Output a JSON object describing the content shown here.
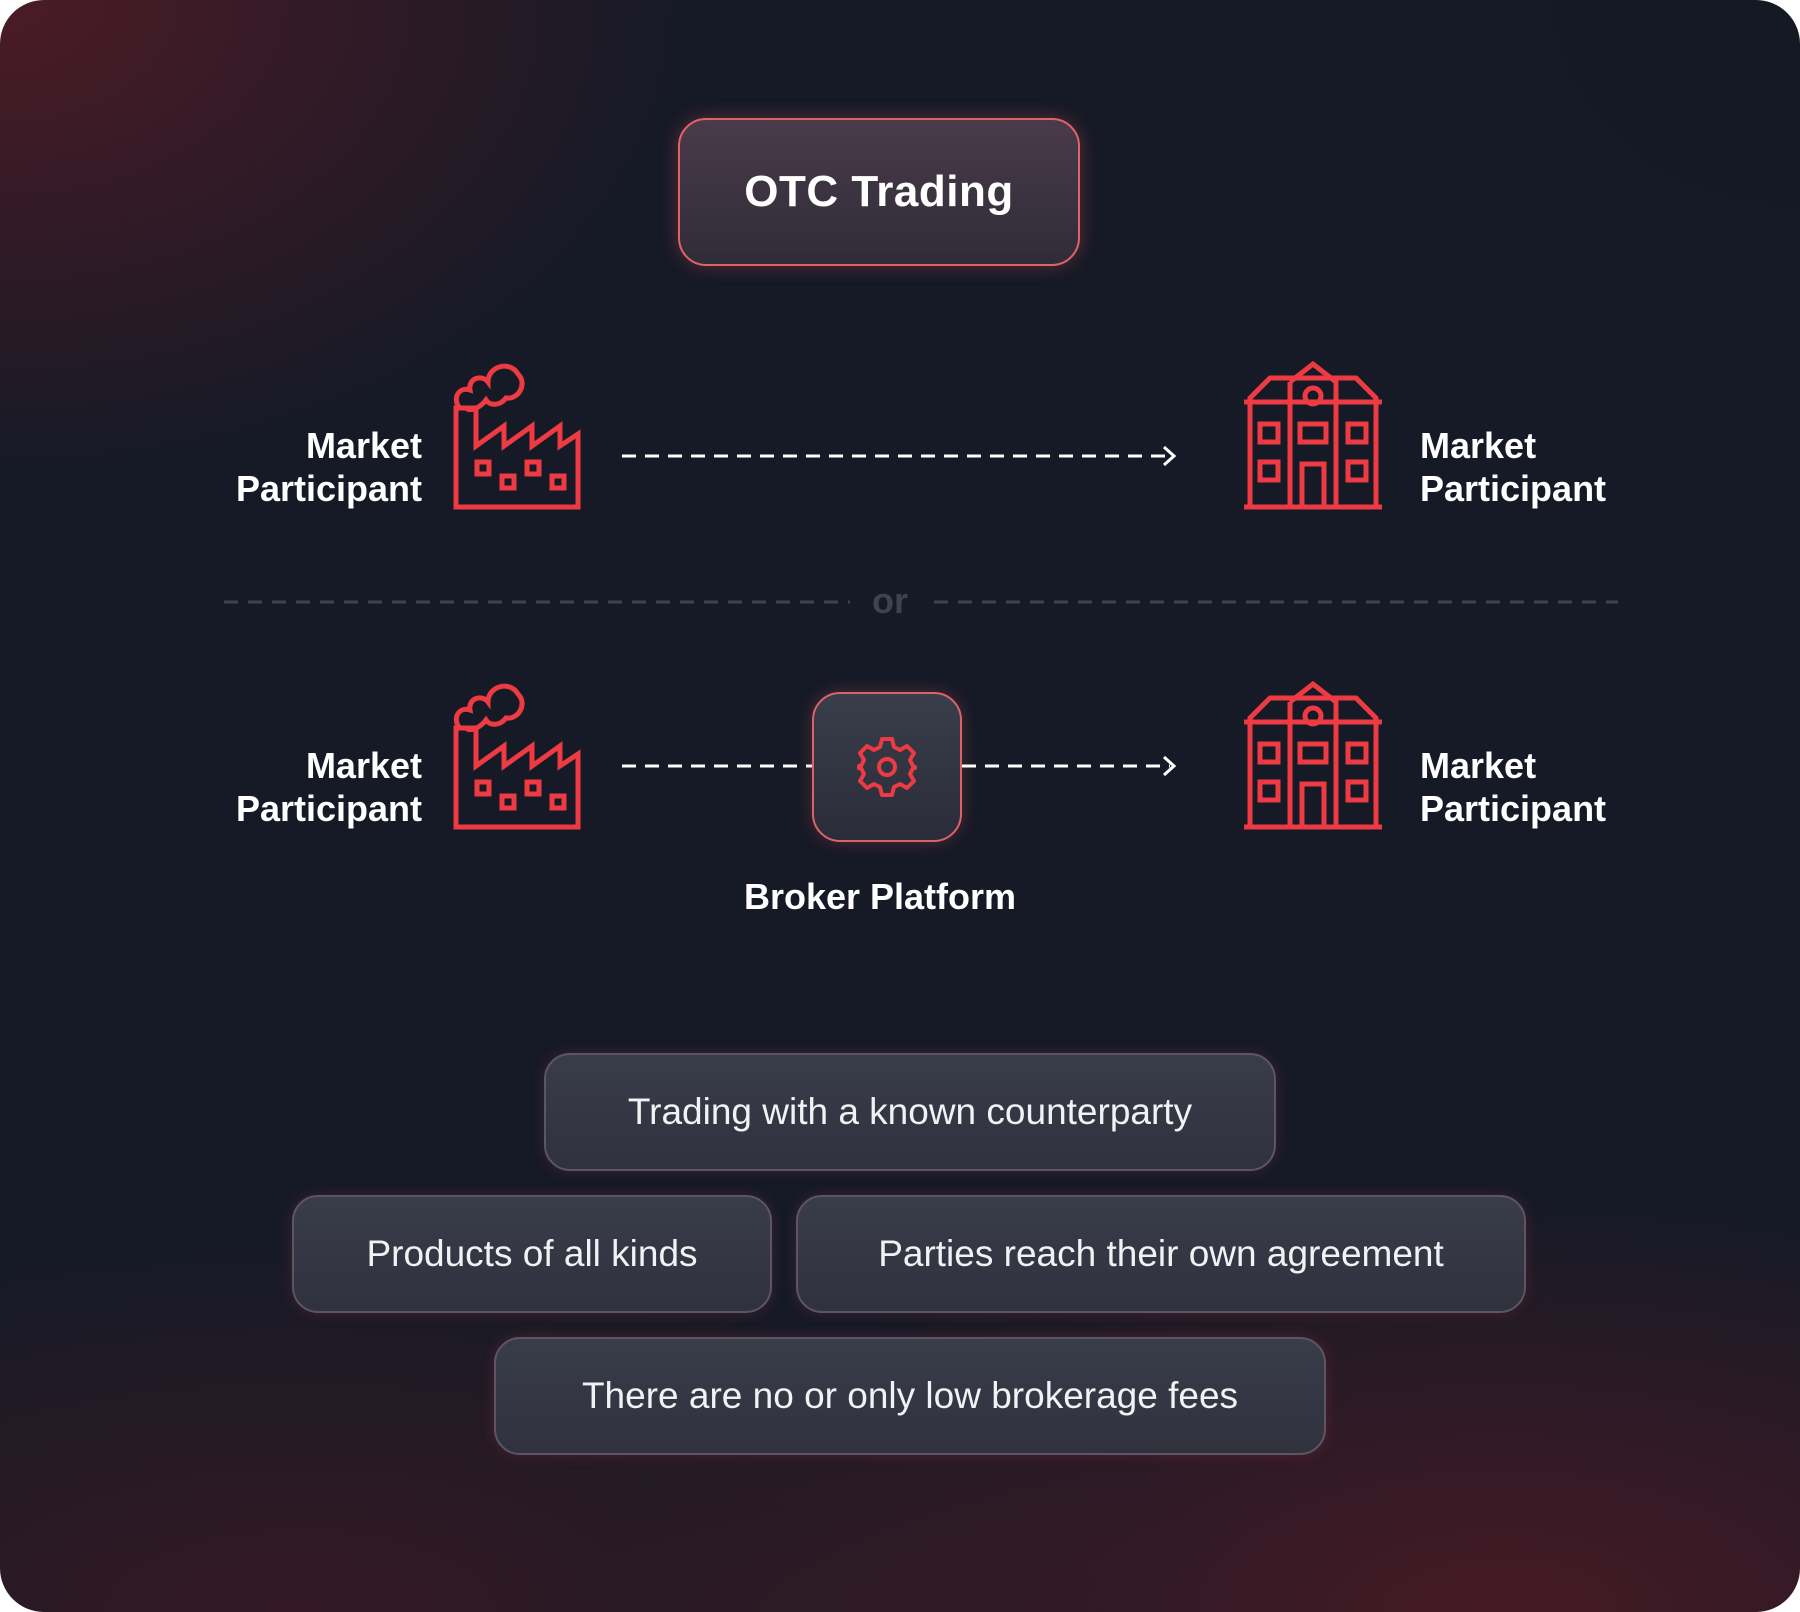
{
  "title": "OTC Trading",
  "row1": {
    "left_label": [
      "Market",
      "Participant"
    ],
    "right_label": [
      "Market",
      "Participant"
    ]
  },
  "separator": "or",
  "row2": {
    "left_label": [
      "Market",
      "Participant"
    ],
    "right_label": [
      "Market",
      "Participant"
    ],
    "broker_label": "Broker Platform"
  },
  "features": [
    "Trading with a known counterparty",
    "Products of all kinds",
    "Parties reach their own agreement",
    "There are no or only low brokerage fees"
  ],
  "icons": {
    "left": "factory-icon",
    "right": "building-icon",
    "broker": "gear-icon",
    "arrow": "arrow-right-icon"
  },
  "colors": {
    "accent": "#ee3b43",
    "background": "#151a26",
    "box_border": "#e0636b"
  }
}
